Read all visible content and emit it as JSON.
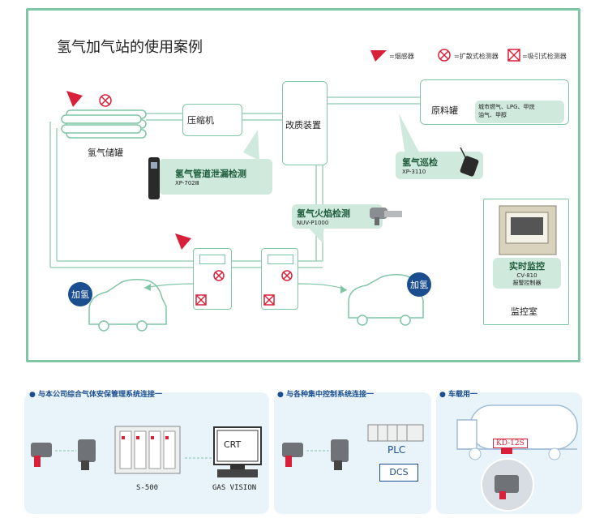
{
  "title": "氢气加气站的使用案例",
  "legend": {
    "smoke": "=烟感器",
    "diffusion": "=扩散式检测器",
    "suction": "=吸引式检测器"
  },
  "storage": {
    "label": "氢气储罐"
  },
  "compressor": {
    "label": "压缩机"
  },
  "reformer": {
    "label": "改质装置"
  },
  "raw_tank": {
    "label": "原料罐",
    "note_line1": "城市燃气、LPG、甲烷",
    "note_line2": "油气、甲醇"
  },
  "callouts": {
    "pipe_leak": {
      "title": "氢气管道泄漏检测",
      "model": "XP-702Ⅲ"
    },
    "patrol": {
      "title": "氢气巡检",
      "model": "XP-3110"
    },
    "flame": {
      "title": "氢气火焰检测",
      "model": "NUV-P1000"
    }
  },
  "monitor_room": {
    "title": "实时监控",
    "model": "CV-810",
    "desc": "报警控制器",
    "room_label": "监控室"
  },
  "fueling": {
    "label_left": "加氢",
    "label_right": "加氢"
  },
  "panels": [
    {
      "title": "与本公司综合气体安保管理系统连接一",
      "label_a": "S-500",
      "label_b": "GAS VISION",
      "monitor_text": "CRT"
    },
    {
      "title": "与各种集中控制系统连接一",
      "plc": "PLC",
      "dcs": "DCS"
    },
    {
      "title": "车载用一",
      "truck_tag": "KD-12S"
    }
  ],
  "colors": {
    "accent": "#7fc6a6",
    "navy": "#1a4e8e",
    "red": "#d8203a"
  }
}
